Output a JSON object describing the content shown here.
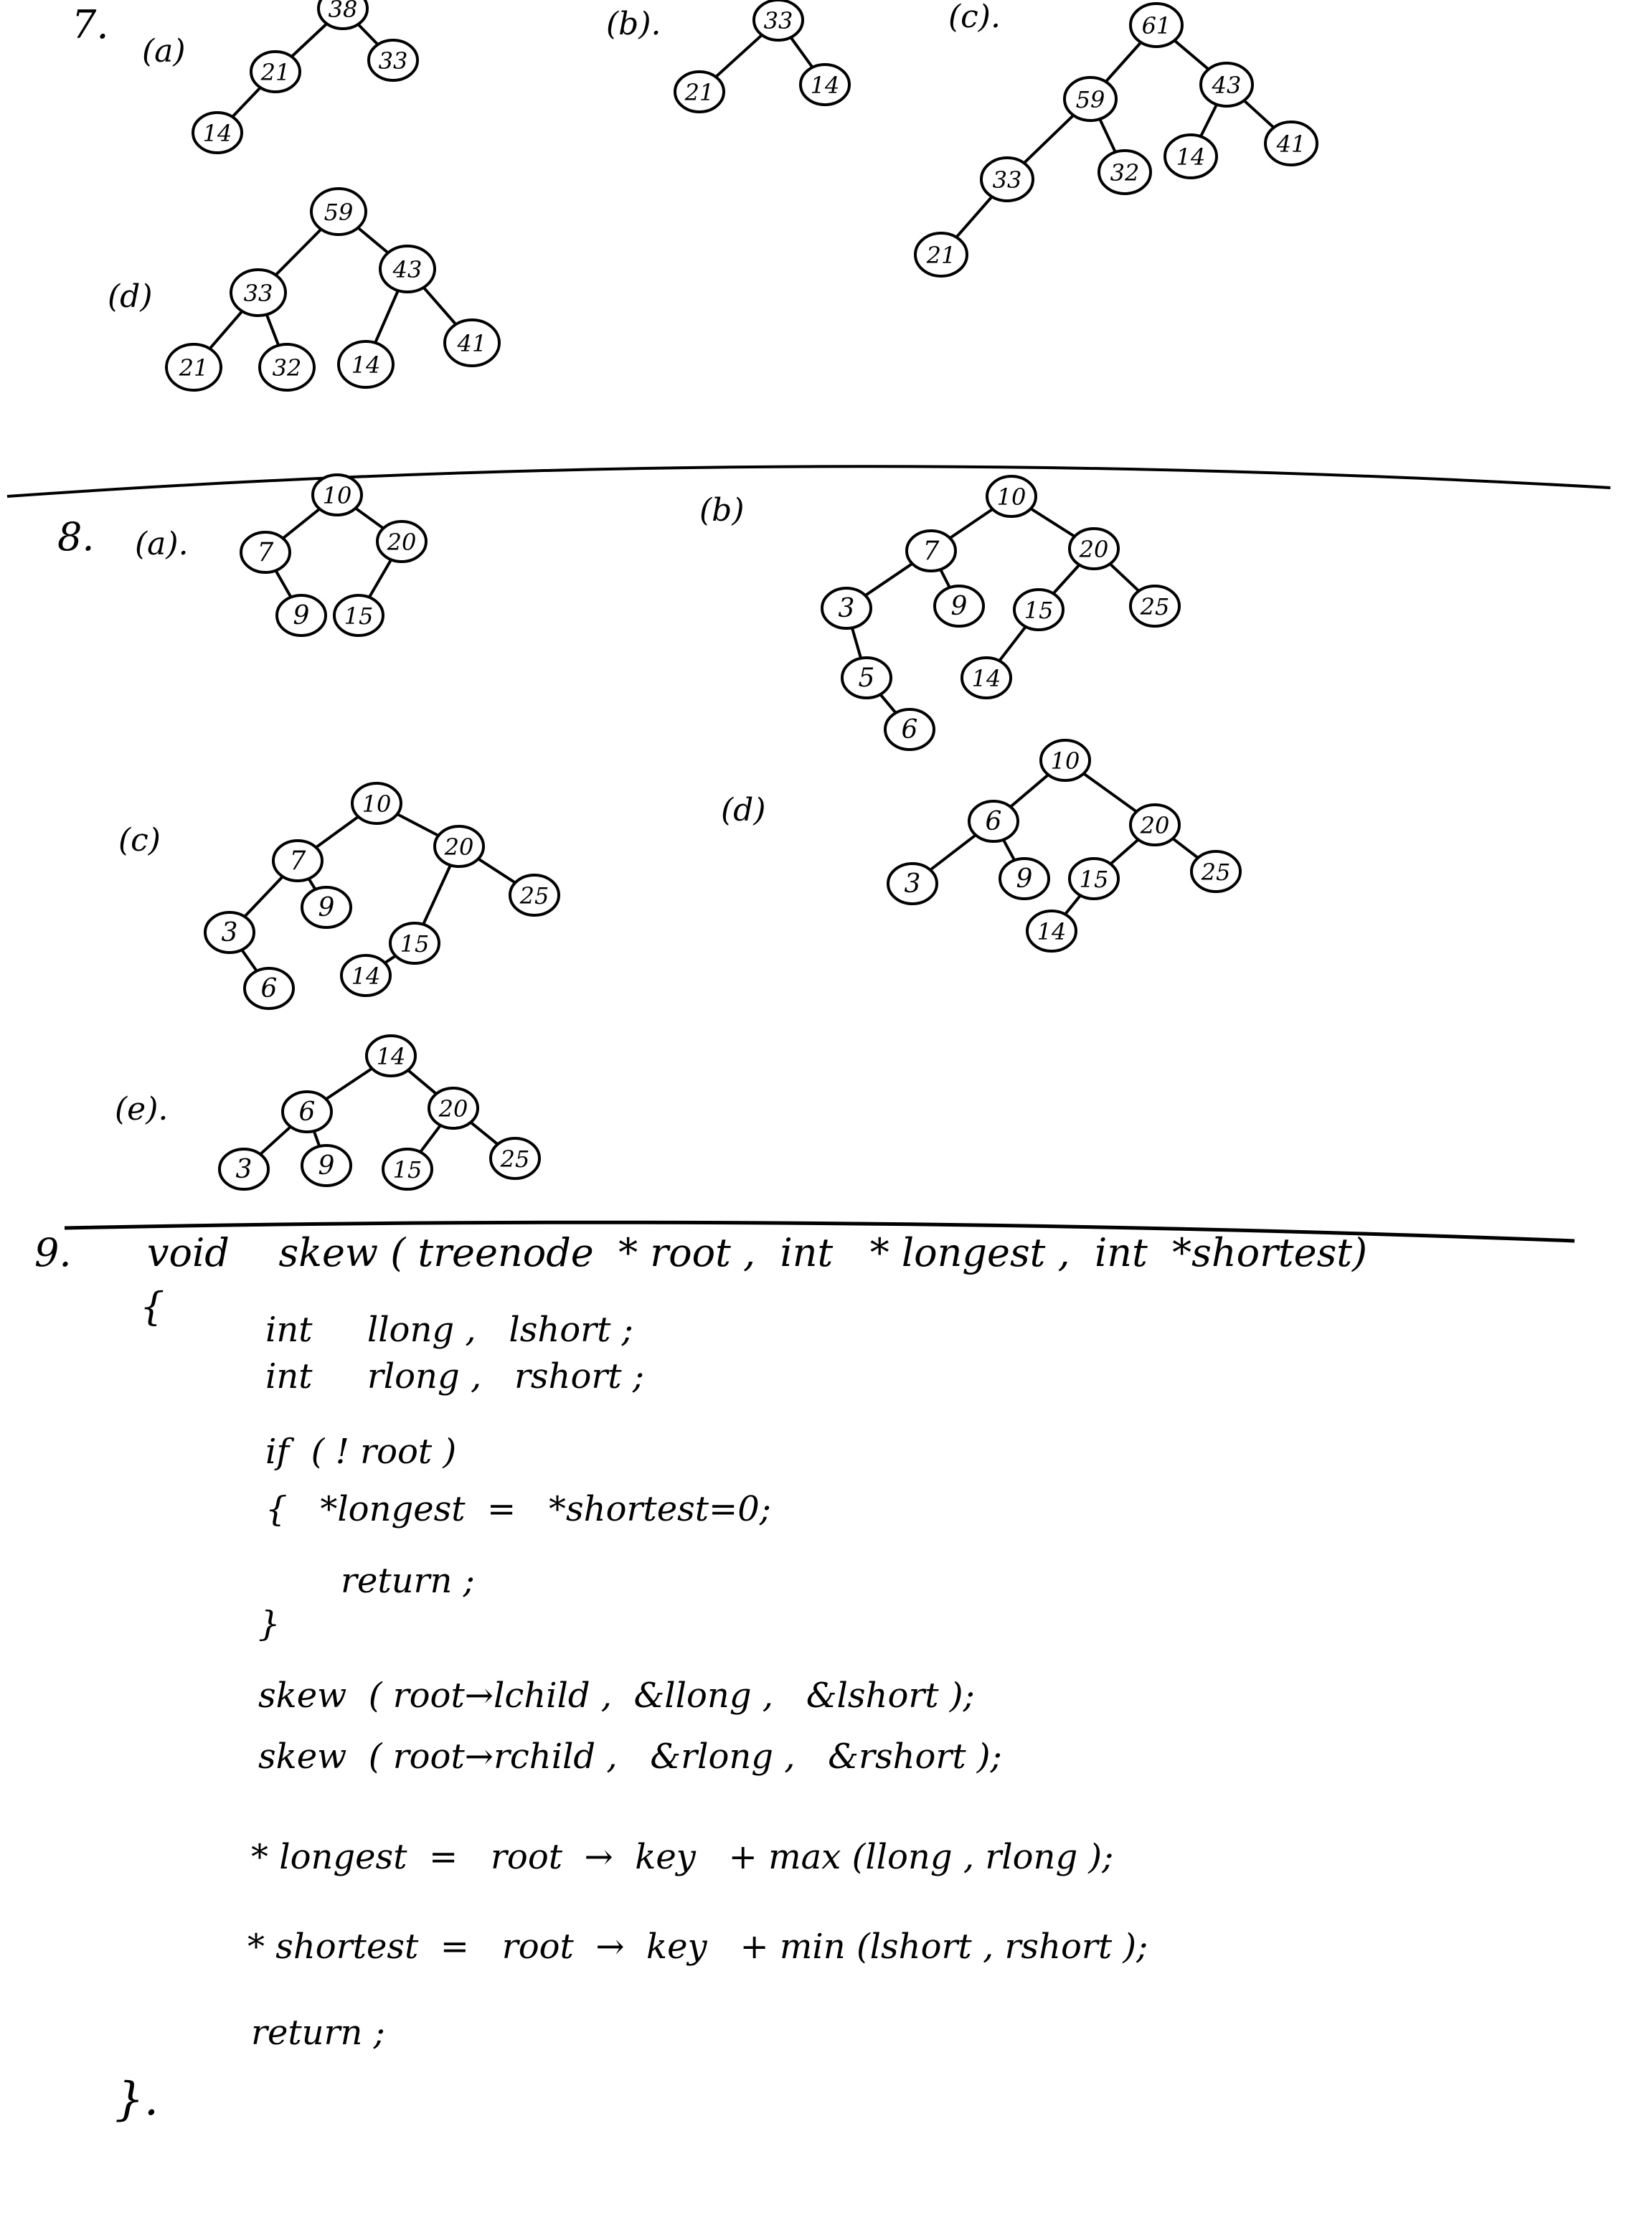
{
  "problem7": {
    "number": "7.",
    "parts": [
      {
        "label": "(a)",
        "nodes": [
          "38",
          "21",
          "33",
          "14"
        ],
        "edges": [
          [
            0,
            1
          ],
          [
            0,
            2
          ],
          [
            1,
            3
          ]
        ]
      },
      {
        "label": "(b).",
        "nodes": [
          "33",
          "21",
          "14"
        ],
        "edges": [
          [
            0,
            1
          ],
          [
            0,
            2
          ]
        ]
      },
      {
        "label": "(c).",
        "nodes": [
          "61",
          "59",
          "43",
          "33",
          "32",
          "14",
          "41",
          "21"
        ],
        "edges": [
          [
            0,
            1
          ],
          [
            0,
            2
          ],
          [
            1,
            3
          ],
          [
            1,
            4
          ],
          [
            2,
            5
          ],
          [
            2,
            6
          ],
          [
            3,
            7
          ]
        ]
      },
      {
        "label": "(d)",
        "nodes": [
          "59",
          "33",
          "43",
          "21",
          "32",
          "14",
          "41"
        ],
        "edges": [
          [
            0,
            1
          ],
          [
            0,
            2
          ],
          [
            1,
            3
          ],
          [
            1,
            4
          ],
          [
            2,
            5
          ],
          [
            2,
            6
          ]
        ]
      }
    ]
  },
  "problem8": {
    "number": "8.",
    "parts": [
      {
        "label": "(a).",
        "nodes": [
          "10",
          "7",
          "20",
          "9",
          "15"
        ],
        "edges": [
          [
            0,
            1
          ],
          [
            0,
            2
          ],
          [
            1,
            3
          ],
          [
            2,
            4
          ]
        ]
      },
      {
        "label": "(b)",
        "nodes": [
          "10",
          "7",
          "20",
          "3",
          "9",
          "15",
          "25",
          "5",
          "14",
          "6"
        ],
        "edges": [
          [
            0,
            1
          ],
          [
            0,
            2
          ],
          [
            1,
            3
          ],
          [
            1,
            4
          ],
          [
            2,
            5
          ],
          [
            2,
            6
          ],
          [
            3,
            7
          ],
          [
            5,
            8
          ],
          [
            7,
            9
          ]
        ]
      },
      {
        "label": "(c)",
        "nodes": [
          "10",
          "7",
          "20",
          "3",
          "9",
          "15",
          "25",
          "6",
          "14"
        ],
        "edges": [
          [
            0,
            1
          ],
          [
            0,
            2
          ],
          [
            1,
            3
          ],
          [
            1,
            4
          ],
          [
            2,
            5
          ],
          [
            2,
            6
          ],
          [
            3,
            7
          ],
          [
            5,
            8
          ]
        ]
      },
      {
        "label": "(d)",
        "nodes": [
          "10",
          "6",
          "20",
          "3",
          "9",
          "15",
          "25",
          "14"
        ],
        "edges": [
          [
            0,
            1
          ],
          [
            0,
            2
          ],
          [
            1,
            3
          ],
          [
            1,
            4
          ],
          [
            2,
            5
          ],
          [
            2,
            6
          ],
          [
            5,
            7
          ]
        ]
      },
      {
        "label": "(e).",
        "nodes": [
          "14",
          "6",
          "20",
          "3",
          "9",
          "15",
          "25"
        ],
        "edges": [
          [
            0,
            1
          ],
          [
            0,
            2
          ],
          [
            1,
            3
          ],
          [
            1,
            4
          ],
          [
            2,
            5
          ],
          [
            2,
            6
          ]
        ]
      }
    ]
  },
  "problem9": {
    "number": "9.",
    "lines": [
      "void    skew ( treenode  * root ,  int   * longest ,  int  *shortest)",
      "{",
      "int     llong ,   lshort ;",
      "int     rlong ,   rshort ;",
      "if  ( ! root )",
      "{   *longest  =   *shortest=0;",
      "return ;",
      "}",
      "skew  ( root→lchild ,  &llong ,   &lshort );",
      "skew  ( root→rchild ,   &rlong ,   &rshort );",
      "* longest  =   root  →  key   + max (llong , rlong );",
      "* shortest  =   root  →  key   + min (lshort , rshort );",
      "return ;",
      "}."
    ]
  }
}
